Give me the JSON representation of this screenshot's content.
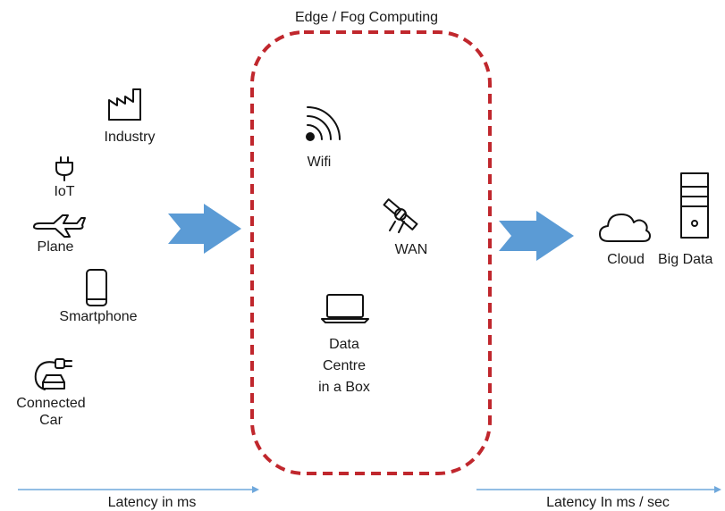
{
  "edge_group": {
    "title": "Edge / Fog Computing"
  },
  "devices": {
    "industry": "Industry",
    "iot": "IoT",
    "plane": "Plane",
    "smartphone": "Smartphone",
    "connected_car": "Connected\nCar"
  },
  "edge_items": {
    "wifi": "Wifi",
    "wan": "WAN",
    "data_centre": "Data\nCentre\nin a Box"
  },
  "cloud_items": {
    "cloud": "Cloud",
    "big_data": "Big Data"
  },
  "latency": {
    "left": "Latency in ms",
    "right": "Latency In ms / sec"
  },
  "colors": {
    "boundary": "#c0272d",
    "flow_arrow": "#5b9bd5",
    "axis_line": "#6fa8dc"
  },
  "icons": [
    "factory-icon",
    "plug-icon",
    "airplane-icon",
    "smartphone-icon",
    "ev-car-icon",
    "wifi-icon",
    "satellite-icon",
    "laptop-icon",
    "cloud-icon",
    "server-icon"
  ]
}
